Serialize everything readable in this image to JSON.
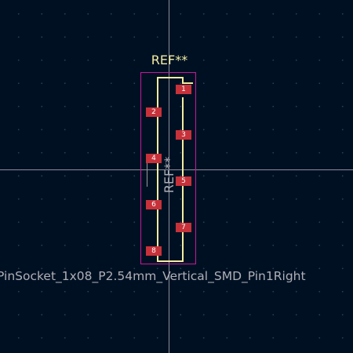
{
  "footprint": {
    "reference": "REF**",
    "fab_reference": "REF**",
    "value": "PinSocket_1x08_P2.54mm_Vertical_SMD_Pin1Right",
    "pads": [
      {
        "number": "1",
        "side": "right"
      },
      {
        "number": "2",
        "side": "left"
      },
      {
        "number": "3",
        "side": "right"
      },
      {
        "number": "4",
        "side": "left"
      },
      {
        "number": "5",
        "side": "right"
      },
      {
        "number": "6",
        "side": "left"
      },
      {
        "number": "7",
        "side": "right"
      },
      {
        "number": "8",
        "side": "left"
      }
    ]
  },
  "colors": {
    "background": "#001023",
    "courtyard": "#c21a9a",
    "silkscreen": "#f2eda1",
    "pad": "#c7323a",
    "fab_text": "#aeb0b6",
    "crosshair": "#8a8f9a"
  }
}
